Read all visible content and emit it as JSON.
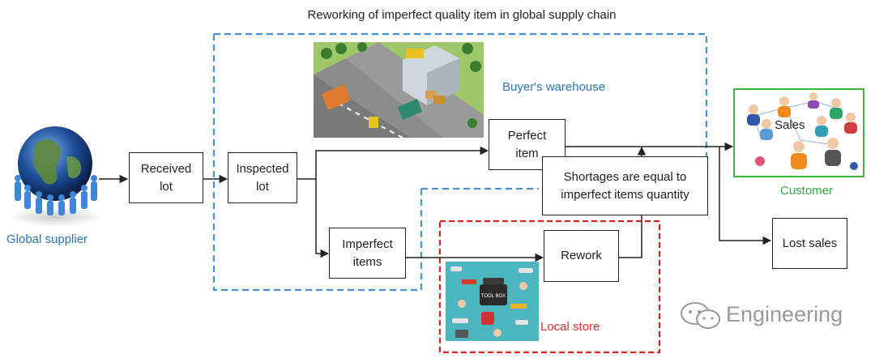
{
  "title": "Reworking of imperfect quality item in global supply chain",
  "boxes": {
    "received_lot": "Received\nlot",
    "inspected_lot": "Inspected\nlot",
    "imperfect_items": "Imperfect\nitems",
    "perfect_item": "Perfect\nitem",
    "shortages": "Shortages are equal to\nimperfect items quantity",
    "rework": "Rework",
    "lost_sales": "Lost sales"
  },
  "labels": {
    "global_supplier": "Global supplier",
    "buyers_warehouse": "Buyer's warehouse",
    "customer": "Customer",
    "local_store": "Local store",
    "sales": "Sales",
    "toolbox": "TOOL BOX"
  },
  "watermark": "Engineering",
  "colors": {
    "warehouse_border": "#4a90d9",
    "customer_border": "#3cb64a",
    "local_store_border": "#e02020",
    "label_blue": "#2e75b6",
    "label_green": "#33a844",
    "label_red": "#e03030"
  }
}
